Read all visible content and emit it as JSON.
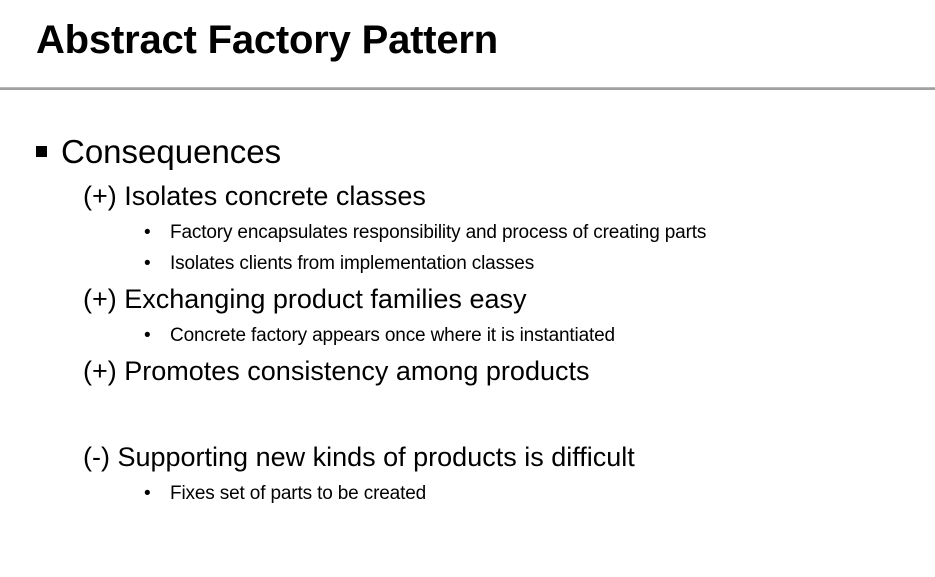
{
  "slide": {
    "title": "Abstract Factory Pattern",
    "bullet_glyphs": {
      "square": "",
      "dot": "•"
    },
    "colors": {
      "text": "#000000",
      "background": "#ffffff",
      "rule": "#a0a0a0"
    },
    "content": {
      "heading": "Consequences",
      "items": [
        {
          "label": "(+) Isolates concrete classes",
          "sub": [
            "Factory encapsulates responsibility and process of creating parts",
            "Isolates clients from implementation classes"
          ]
        },
        {
          "label": "(+) Exchanging product families easy",
          "sub": [
            "Concrete factory appears once where it is instantiated"
          ]
        },
        {
          "label": "(+) Promotes consistency among products",
          "sub": []
        },
        {
          "label": "(-) Supporting new kinds of products is difficult",
          "sub": [
            "Fixes set of parts to be created"
          ]
        }
      ]
    }
  }
}
